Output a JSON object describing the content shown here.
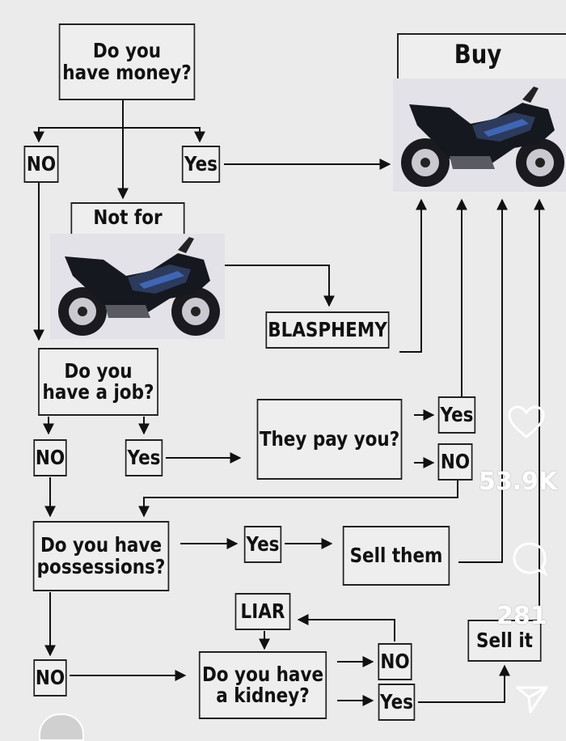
{
  "nodes": {
    "q_money": "Do you\nhave money?",
    "no_1": "NO",
    "yes_1": "Yes",
    "not_for": "Not for",
    "buy": "Buy",
    "blasphemy": "BLASPHEMY",
    "q_job": "Do you\nhave a job?",
    "no_2": "NO",
    "yes_2": "Yes",
    "q_pay": "They pay you?",
    "yes_3": "Yes",
    "no_3": "NO",
    "q_possessions": "Do you have\npossessions?",
    "yes_4": "Yes",
    "sell_them": "Sell them",
    "liar": "LIAR",
    "sell_it": "Sell it",
    "no_4": "NO",
    "q_kidney": "Do you have\na kidney?",
    "no_5": "NO",
    "yes_5": "Yes"
  },
  "overlay": {
    "like_count": "53.9K",
    "comment_count": "281",
    "like_icon": "heart-icon",
    "comment_icon": "comment-icon",
    "share_icon": "send-icon"
  },
  "images": {
    "bike_image": "motorcycle"
  }
}
